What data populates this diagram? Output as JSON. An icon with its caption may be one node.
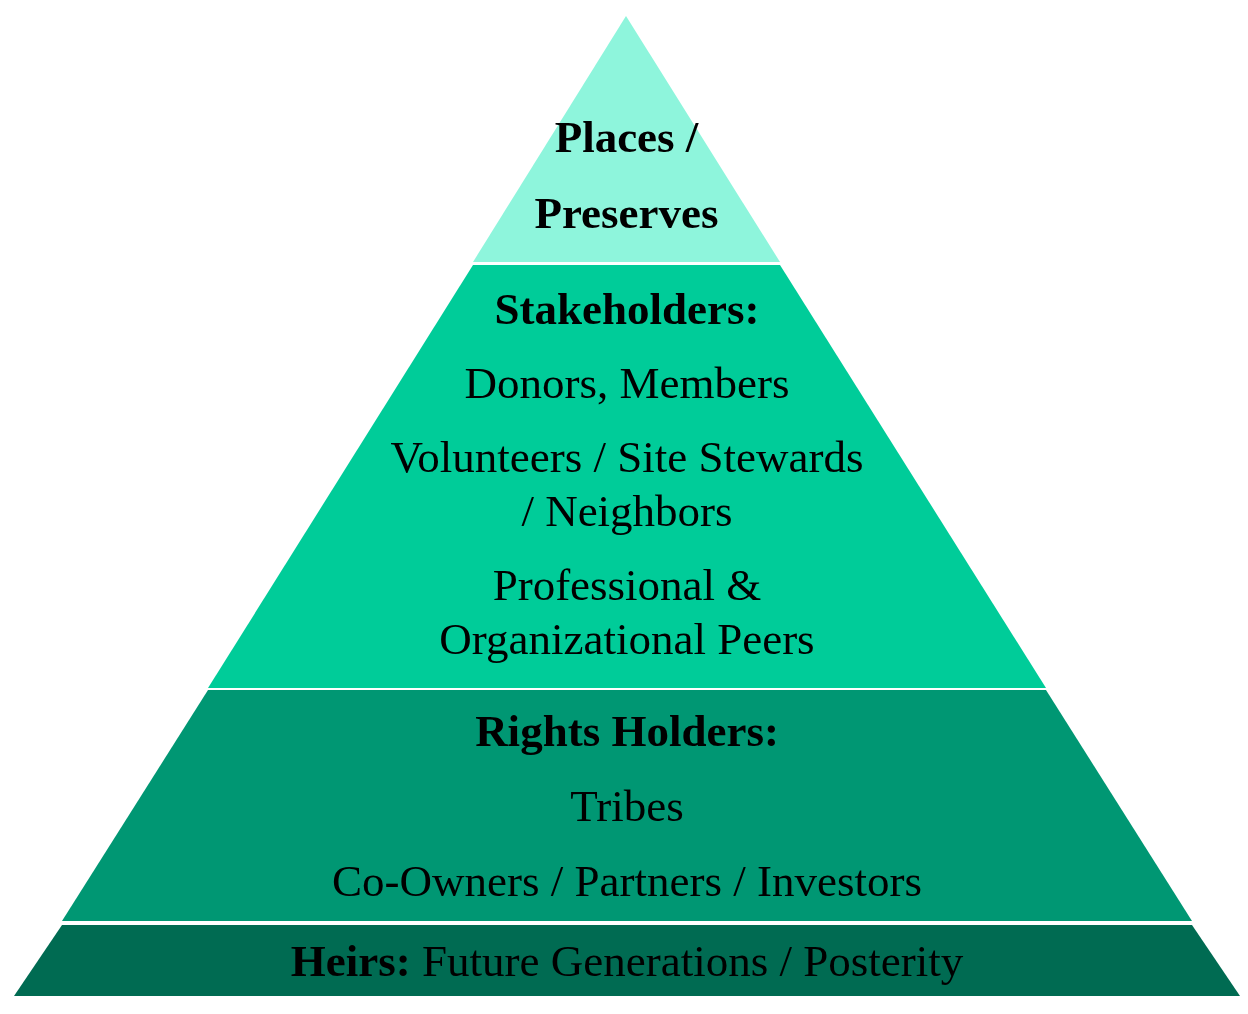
{
  "diagram": {
    "nodes": [
      {
        "text": [
          "Places / Preserves"
        ]
      },
      {
        "text": [
          "Stakeholders:",
          "Donors, Members",
          "Volunteers / Site Stewards / Neighbors",
          "Professional & Organizational Peers"
        ]
      },
      {
        "text": [
          "Rights Holders:",
          "Tribes",
          "Co-Owners / Partners / Investors"
        ]
      },
      {
        "text": [
          "**Heirs:** Future Generations / Posterity"
        ]
      }
    ]
  }
}
